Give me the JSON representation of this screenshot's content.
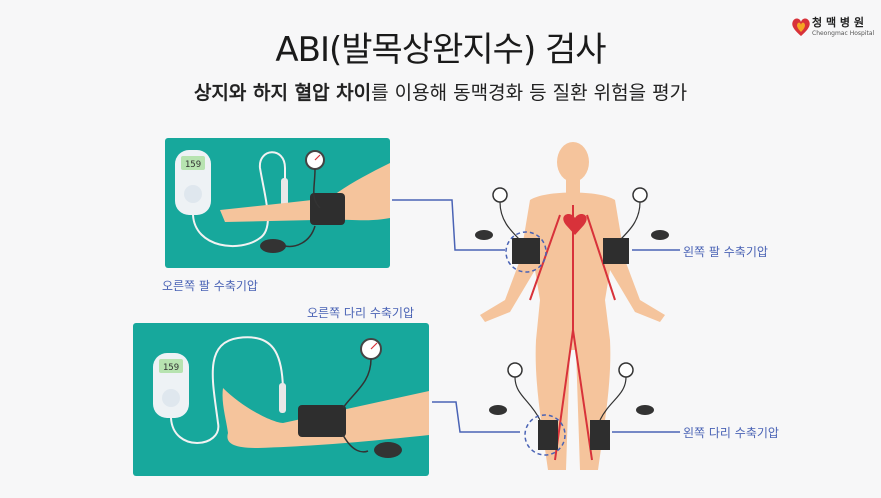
{
  "title": "ABI(발목상완지수) 검사",
  "subtitle": {
    "bold": "상지와 하지 혈압 차이",
    "rest": "를 이용해 동맥경화 등 질환 위험을 평가"
  },
  "logo": {
    "name": "청 맥 병 원",
    "sub": "Cheongmac Hospital"
  },
  "labels": {
    "right_arm": "오른쪽 팔 수축기압",
    "left_arm": "왼쪽 팔 수축기압",
    "right_leg": "오른쪽 다리 수축기압",
    "left_leg": "왼쪽 다리 수축기압"
  },
  "device_readout": "159",
  "colors": {
    "panel": "#17a89c",
    "skin": "#f5c49c",
    "label": "#4a63b5",
    "artery": "#d8323a",
    "cuff": "#2e2e2e"
  },
  "icons": [
    "logo-heart-icon",
    "doppler-device-icon",
    "gauge-icon",
    "cuff-icon",
    "bulb-icon",
    "body-figure",
    "heart-icon"
  ]
}
